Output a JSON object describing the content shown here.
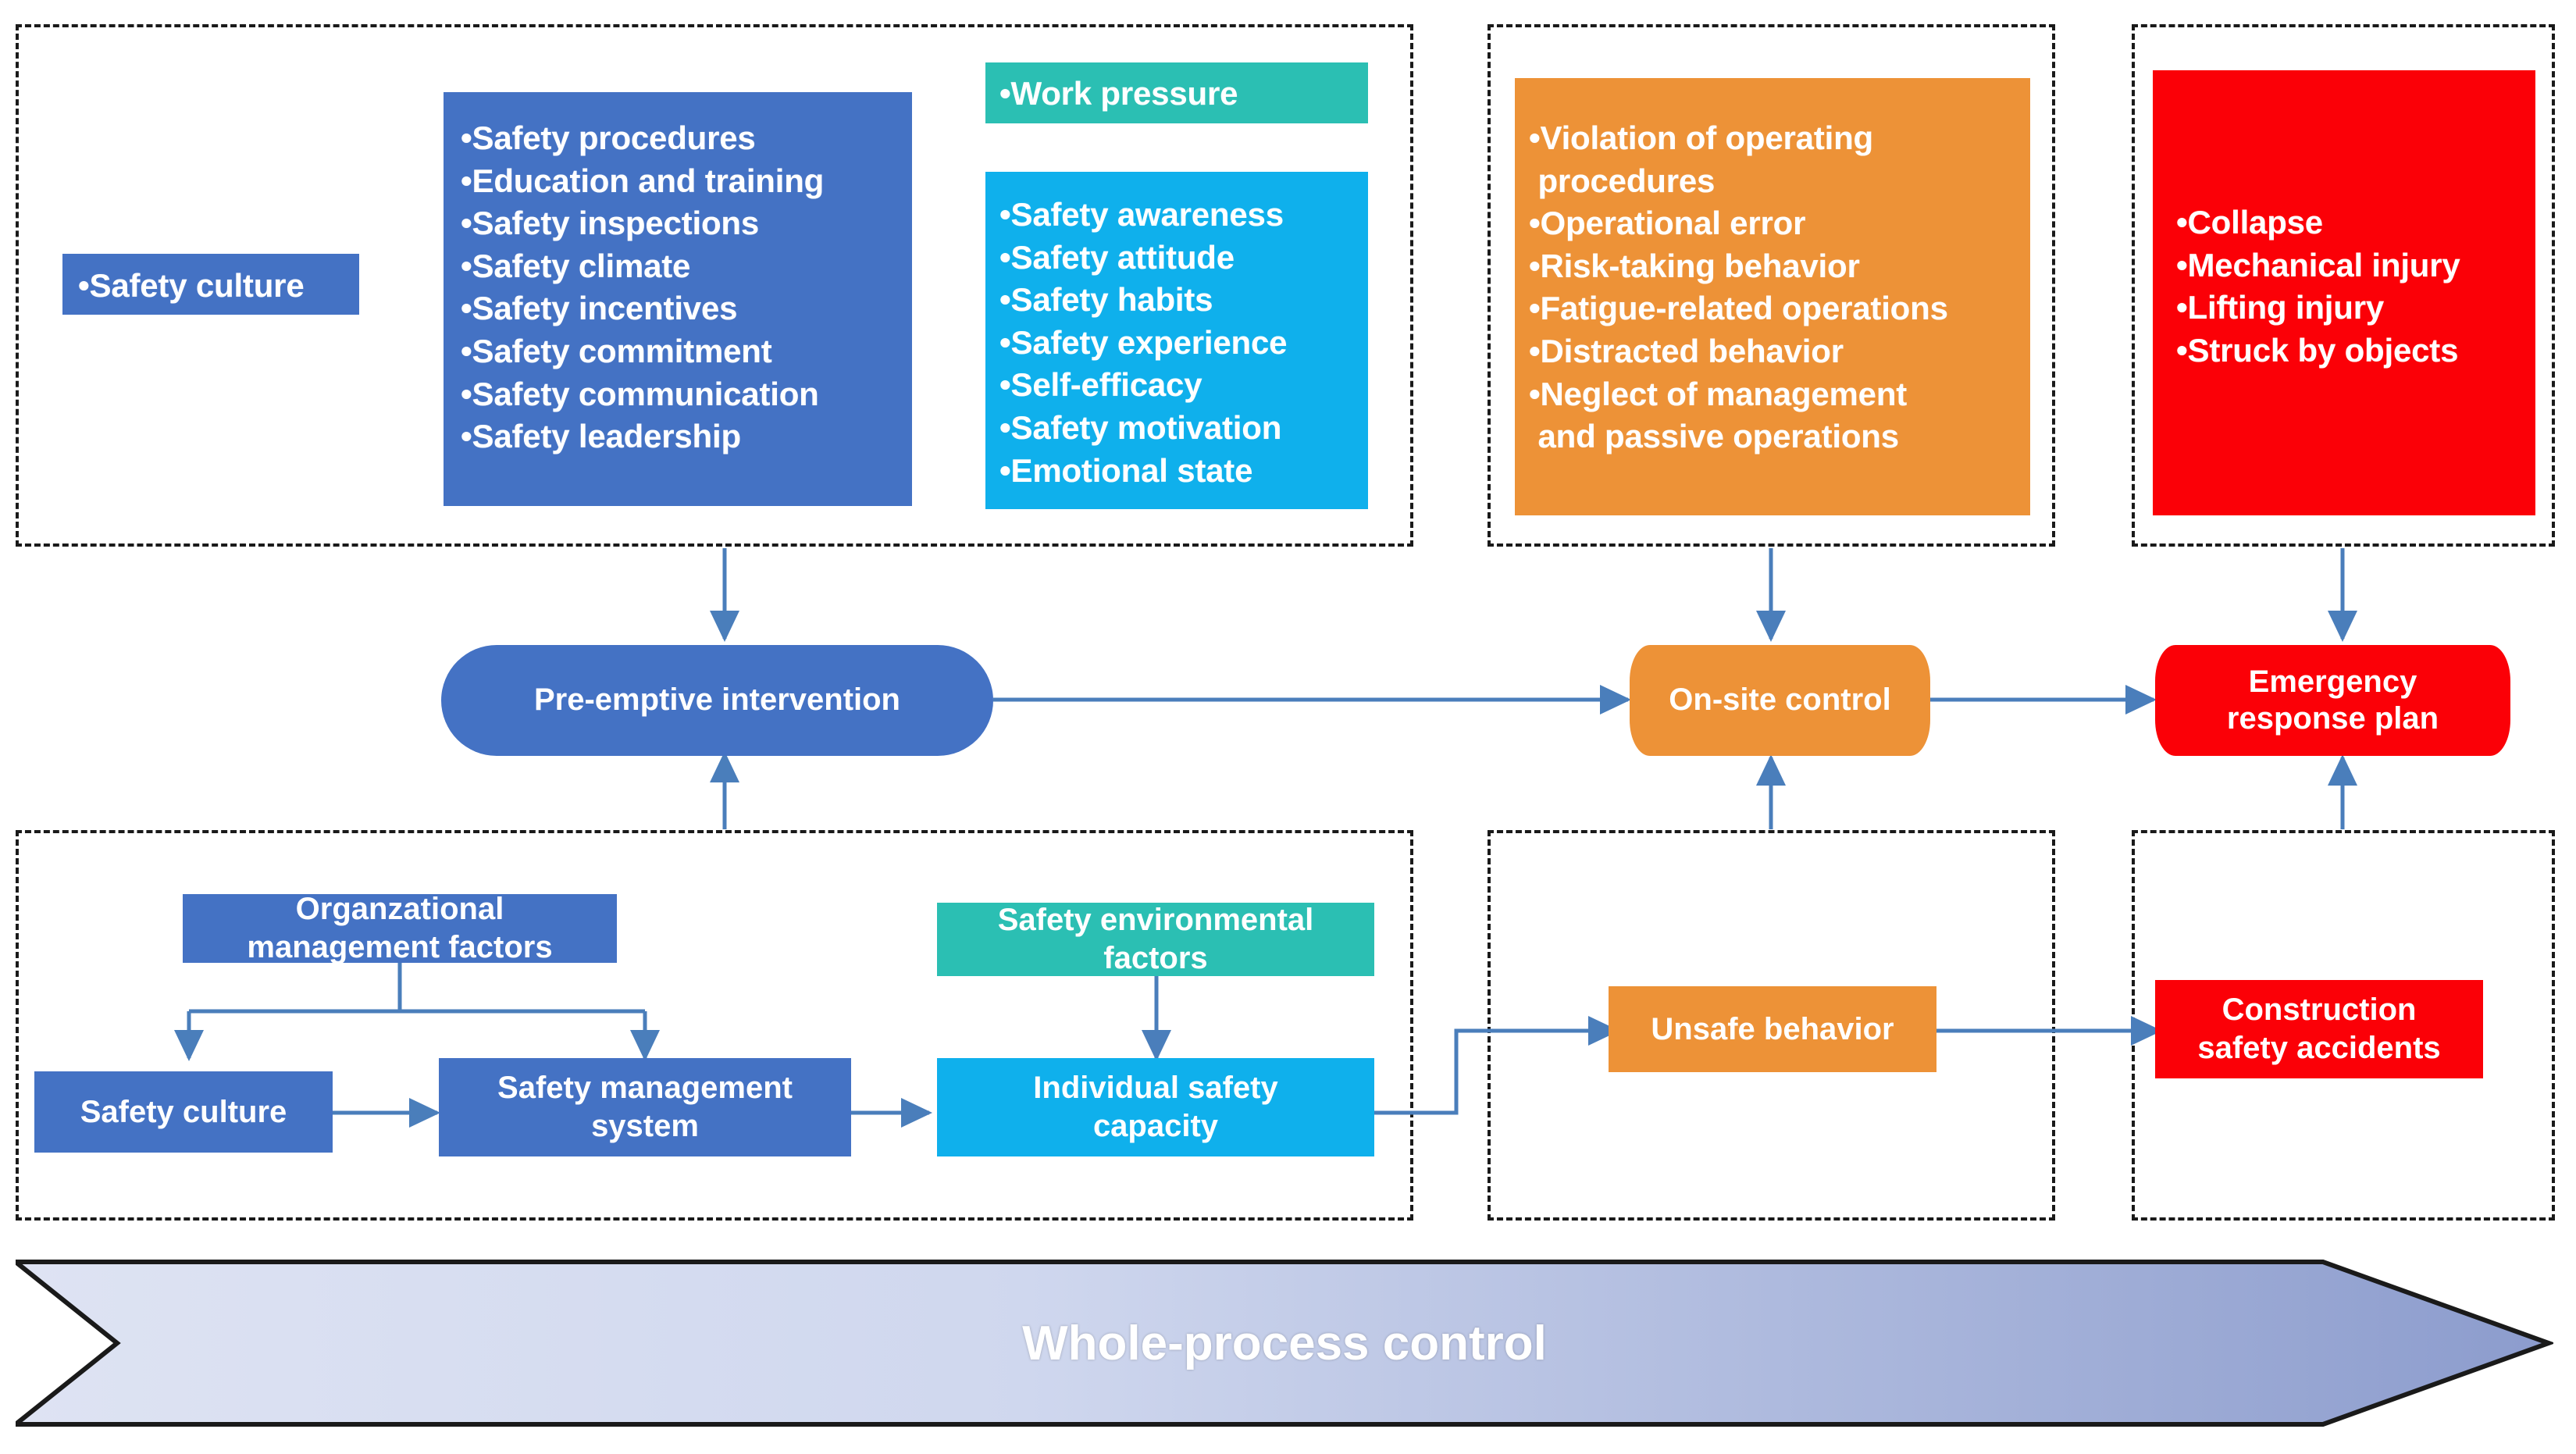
{
  "diagram": {
    "title": "Whole-process control",
    "colors": {
      "blue": "#4472C4",
      "teal": "#2BBFB3",
      "cyan": "#0FB0EC",
      "orange": "#ED9237",
      "red": "#FB0007",
      "arrow": "#4A7EBB",
      "dashed_border": "#1a1a1a",
      "banner_gradient_start": "#DCE2F2",
      "banner_gradient_end": "#8F9FCF"
    }
  },
  "top_row": {
    "safety_culture_card": {
      "items": [
        "Safety culture"
      ]
    },
    "organizational_card": {
      "items": [
        "Safety procedures",
        "Education and training",
        "Safety inspections",
        "Safety climate",
        "Safety incentives",
        "Safety commitment",
        "Safety communication",
        "Safety leadership"
      ]
    },
    "work_pressure_card": {
      "items": [
        "Work pressure"
      ]
    },
    "individual_capacity_card": {
      "items": [
        "Safety awareness",
        "Safety attitude",
        "Safety habits",
        "Safety experience",
        "Self-efficacy",
        "Safety motivation",
        "Emotional state"
      ]
    },
    "unsafe_behavior_card": {
      "items": [
        "Violation of operating",
        " procedures",
        "Operational error",
        "Risk-taking behavior",
        "Fatigue-related operations",
        "Distracted behavior",
        "Neglect of management",
        " and passive operations"
      ],
      "bullet_flags": [
        true,
        false,
        true,
        true,
        true,
        true,
        true,
        false
      ]
    },
    "accidents_card": {
      "items": [
        "Collapse",
        "Mechanical injury",
        "Lifting injury",
        "Struck by objects"
      ]
    }
  },
  "control_row": {
    "pre_emptive": "Pre-emptive intervention",
    "on_site": "On-site control",
    "emergency": "Emergency\nresponse plan",
    "emergency_line1": "Emergency",
    "emergency_line2": "response plan"
  },
  "bottom_row": {
    "organizational_management_factors_line1": "Organzational",
    "organizational_management_factors_line2": "management factors",
    "safety_culture": "Safety culture",
    "safety_management_system_line1": "Safety management",
    "safety_management_system_line2": "system",
    "safety_environmental_factors_line1": "Safety environmental",
    "safety_environmental_factors_line2": "factors",
    "individual_safety_capacity_line1": "Individual safety",
    "individual_safety_capacity_line2": "capacity",
    "unsafe_behavior": "Unsafe behavior",
    "construction_safety_accidents_line1": "Construction",
    "construction_safety_accidents_line2": "safety accidents"
  },
  "banner": {
    "label": "Whole-process control"
  }
}
